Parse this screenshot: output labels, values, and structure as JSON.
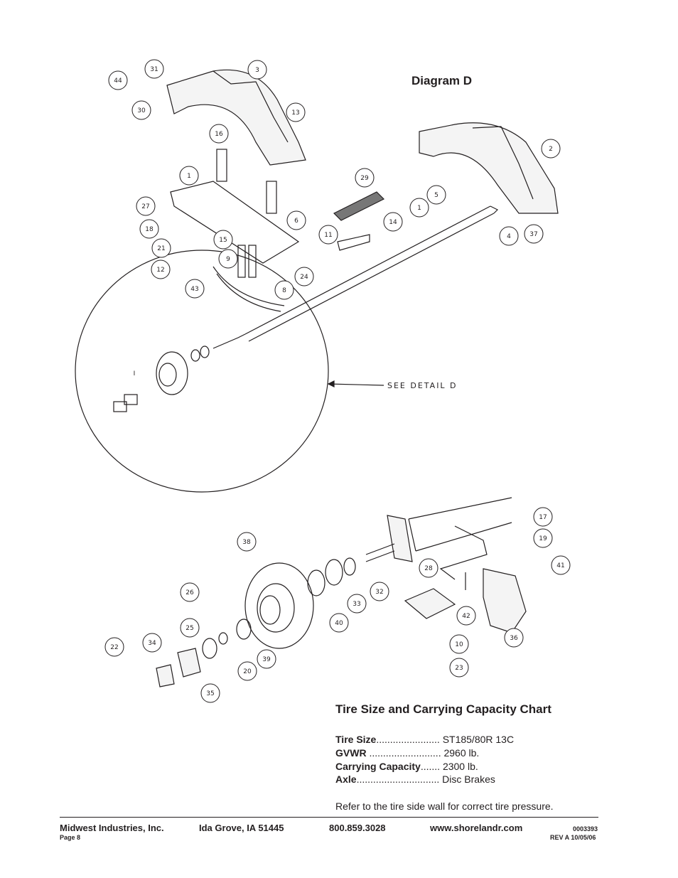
{
  "diagram": {
    "title": "Diagram D",
    "see_detail_label": "SEE DETAIL D",
    "callouts_upper": [
      "44",
      "31",
      "30",
      "3",
      "13",
      "16",
      "1",
      "2",
      "27",
      "18",
      "21",
      "12",
      "29",
      "5",
      "1",
      "14",
      "11",
      "6",
      "15",
      "9",
      "43",
      "24",
      "8",
      "4",
      "37",
      "I"
    ],
    "callouts_detail": [
      "17",
      "19",
      "38",
      "41",
      "28",
      "26",
      "33",
      "32",
      "40",
      "42",
      "25",
      "34",
      "22",
      "10",
      "36",
      "39",
      "20",
      "35",
      "23"
    ]
  },
  "capacity_chart": {
    "title": "Tire Size and Carrying Capacity Chart",
    "rows": [
      {
        "label": "Tire Size",
        "dots": ".......................",
        "value": "ST185/80R 13C"
      },
      {
        "label": "GVWR",
        "dots": "..........................",
        "value": "2960 lb."
      },
      {
        "label": "Carrying Capacity",
        "dots": ".......",
        "value": "2300 lb."
      },
      {
        "label": "Axle",
        "dots": "..............................",
        "value": "Disc Brakes"
      }
    ],
    "note": "Refer to the tire side wall for correct tire pressure."
  },
  "footer": {
    "company": "Midwest Industries, Inc.",
    "location": "Ida Grove, IA  51445",
    "phone": "800.859.3028",
    "website": "www.shorelandr.com",
    "page": "Page 8",
    "doc_number": "0003393",
    "revision": "REV A  10/05/06"
  }
}
